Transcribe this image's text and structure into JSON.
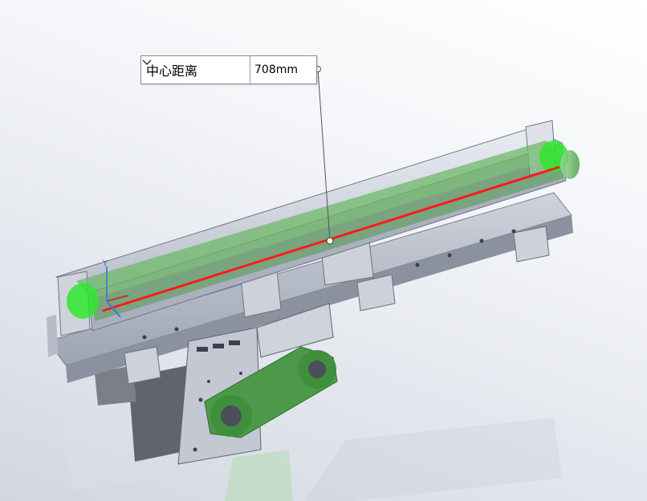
{
  "measure_tool": {
    "mode_label": "中心距离",
    "value": "708mm"
  },
  "icons": {
    "dropdown": "chevron-down-icon",
    "leader_anchor": "circle-handle-icon",
    "triad": "coordinate-triad-icon"
  },
  "triad_label": "Y",
  "colors": {
    "measure_line": "#ff1a1a",
    "belt": "#5ba85a",
    "highlight": "#2ee82e",
    "metal": "#c5c9d2"
  }
}
